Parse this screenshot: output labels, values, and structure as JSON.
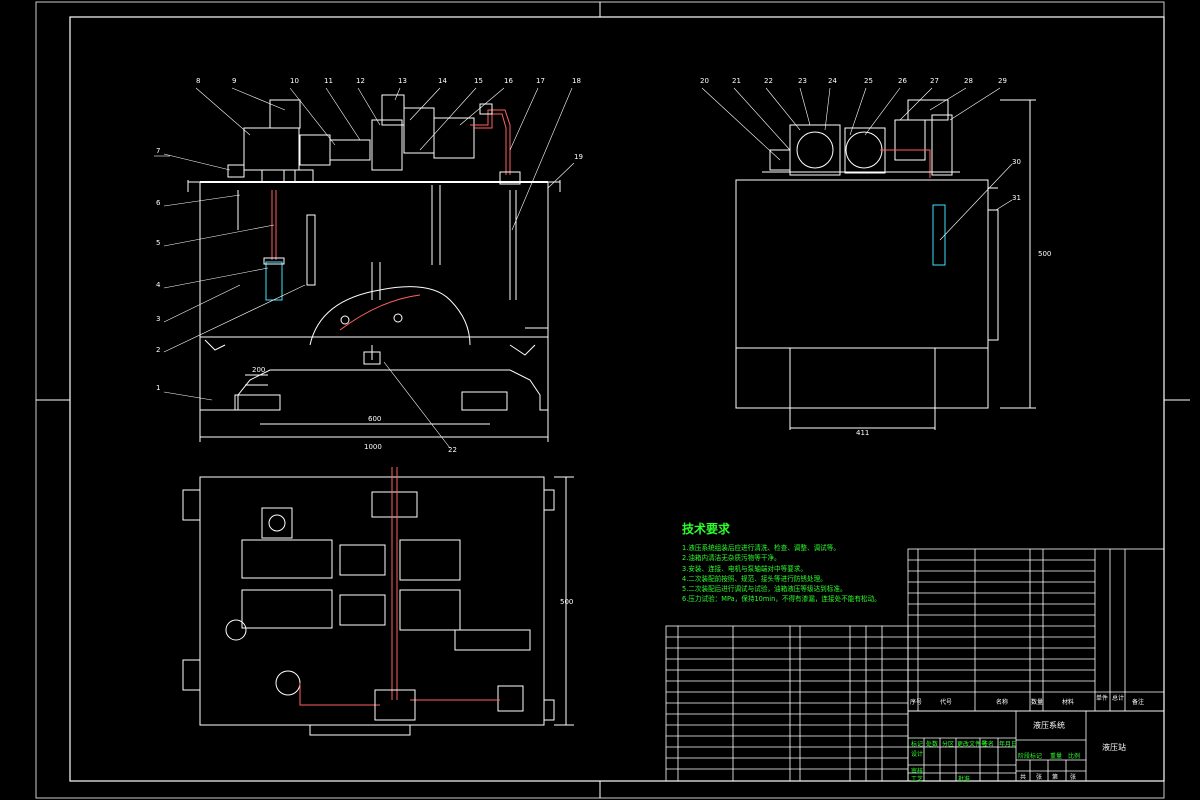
{
  "drawing": {
    "background": "#000000",
    "line_color": "#ffffff",
    "accent_colors": {
      "part_outline": "#ffffff",
      "leader": "#ffffff",
      "text": "#2bff2b",
      "pipe": "#ff4040",
      "hidden": "#40e0ff"
    },
    "front_view_balloons": [
      "8",
      "9",
      "10",
      "11",
      "12",
      "13",
      "14",
      "15",
      "16",
      "17",
      "18",
      "19",
      "7",
      "6",
      "5",
      "4",
      "3",
      "2",
      "1",
      "22"
    ],
    "side_view_balloons": [
      "20",
      "21",
      "22",
      "23",
      "24",
      "25",
      "26",
      "27",
      "28",
      "29",
      "30",
      "31"
    ],
    "dimensions": [
      "600",
      "1000",
      "200",
      "411",
      "500"
    ]
  },
  "technical_requirements": {
    "title": "技术要求",
    "notes": [
      "1.液压系统组装后应进行清洗、检查、调整、调试等。",
      "2.油箱内清洁无杂质污物等干净。",
      "3.安装、连接、电机与泵轴端对中等要求。",
      "4.二次装配前按照、规范、接头等进行防锈处理。",
      "5.二次装配后进行调试与试验，油箱液压等级达到标准。",
      "6.压力试验：MPa，保持10min，不得有渗漏，连接处不能有松动。"
    ]
  },
  "title_block": {
    "drawing_name": "液压站",
    "company": "液压系统",
    "headers": [
      "序号",
      "代号",
      "名称",
      "数量",
      "材料",
      "单件",
      "总计",
      "备注"
    ],
    "labels": [
      "标记",
      "处数",
      "分区",
      "更改文件号",
      "签名",
      "年月日",
      "设计",
      "审核",
      "工艺",
      "批准",
      "阶段标记",
      "重量",
      "比例",
      "共",
      "张",
      "第",
      "张"
    ]
  }
}
